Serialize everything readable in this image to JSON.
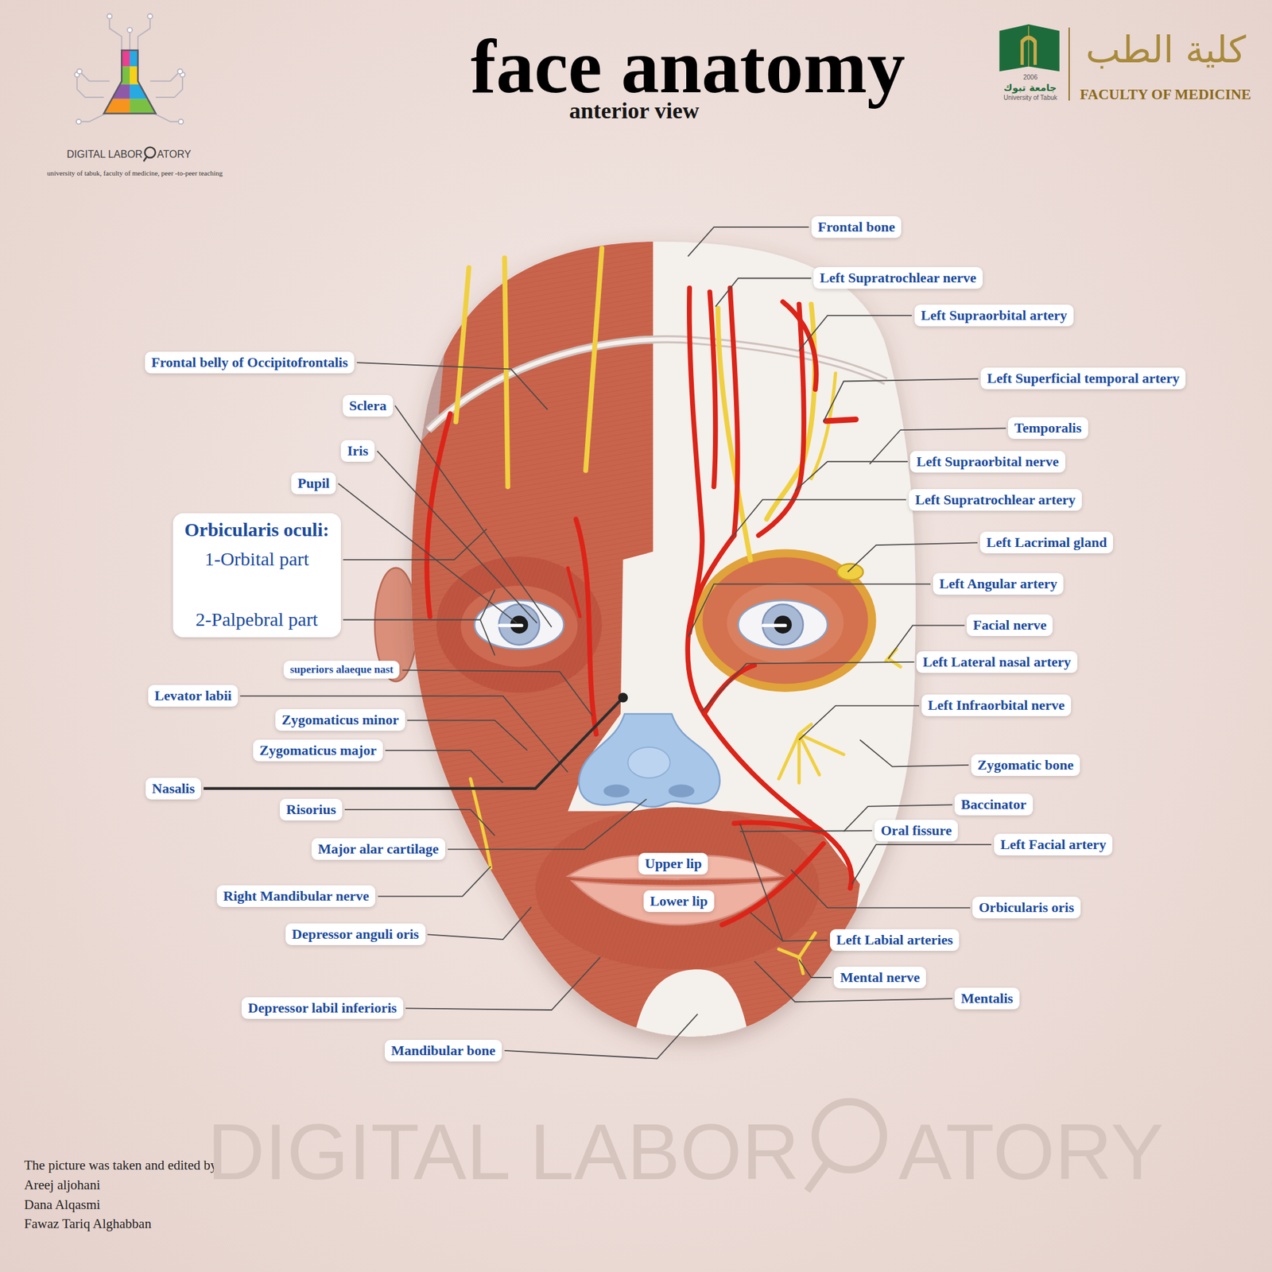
{
  "diagram": {
    "title": "face anatomy",
    "nodes": [
      {
        "text": [
          "Frontal bone"
        ]
      },
      {
        "text": [
          "Left Supratrochlear nerve"
        ]
      },
      {
        "text": [
          "Left Supraorbital artery"
        ]
      },
      {
        "text": [
          "Frontal belly of Occipitofrontalis"
        ]
      },
      {
        "text": [
          "Left Superficial temporal artery"
        ]
      },
      {
        "text": [
          "Sclera"
        ]
      },
      {
        "text": [
          "Temporalis"
        ]
      },
      {
        "text": [
          "Iris"
        ]
      },
      {
        "text": [
          "Left Supraorbital nerve"
        ]
      },
      {
        "text": [
          "Pupil"
        ]
      },
      {
        "text": [
          "Left Supratrochlear artery"
        ]
      },
      {
        "text": [
          "Orbicularis oculi:",
          "1-Orbital part",
          "2-Palpebral part"
        ]
      },
      {
        "text": [
          "Left Lacrimal gland"
        ]
      },
      {
        "text": [
          "Left Angular artery"
        ]
      },
      {
        "text": [
          "Facial nerve"
        ]
      },
      {
        "text": [
          "Left Lateral nasal artery"
        ]
      },
      {
        "text": [
          "superiors alaeque nast"
        ]
      },
      {
        "text": [
          "Levator labii"
        ]
      },
      {
        "text": [
          "Left Infraorbital nerve"
        ]
      },
      {
        "text": [
          "Zygomaticus minor"
        ]
      },
      {
        "text": [
          "Zygomaticus major"
        ]
      },
      {
        "text": [
          "Zygomatic bone"
        ]
      },
      {
        "text": [
          "Nasalis"
        ]
      },
      {
        "text": [
          "Baccinator"
        ]
      },
      {
        "text": [
          "Risorius"
        ]
      },
      {
        "text": [
          "Oral fissure"
        ]
      },
      {
        "text": [
          "Left Facial artery"
        ]
      },
      {
        "text": [
          "Major alar cartilage"
        ]
      },
      {
        "text": [
          "Upper lip"
        ]
      },
      {
        "text": [
          "Right Mandibular nerve"
        ]
      },
      {
        "text": [
          "Lower lip"
        ]
      },
      {
        "text": [
          "Orbicularis oris"
        ]
      },
      {
        "text": [
          "Depressor anguli oris"
        ]
      },
      {
        "text": [
          "Left Labial arteries"
        ]
      },
      {
        "text": [
          "Mental nerve"
        ]
      },
      {
        "text": [
          "Mentalis"
        ]
      },
      {
        "text": [
          "Depressor labil inferioris"
        ]
      },
      {
        "text": [
          "Mandibular bone"
        ]
      }
    ],
    "labels": [
      "anterior view",
      "DIGITAL LABOR",
      "ATORY",
      "university of tabuk, faculty of medicine, peer -to-peer teaching",
      "2006",
      "جامعة تبوك",
      "University of Tabuk",
      "كلية الطب",
      "FACULTY OF MEDICINE",
      "The picture was taken and edited by:",
      "Areej aljohani",
      "Dana Alqasmi",
      "Fawaz Tariq Alghabban",
      "DIGITAL LABOR",
      "ATORY"
    ]
  }
}
